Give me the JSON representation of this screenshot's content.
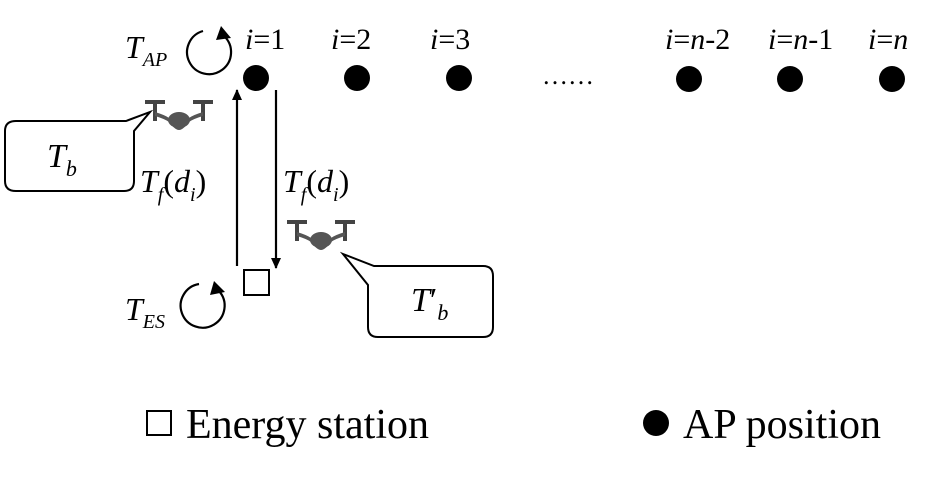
{
  "ap_labels": [
    {
      "var": "i",
      "eq": "=",
      "num": "1"
    },
    {
      "var": "i",
      "eq": "=",
      "num": "2"
    },
    {
      "var": "i",
      "eq": "=",
      "num": "3"
    },
    {
      "var": "i",
      "eq": "=",
      "n": "n",
      "suffix": "-2"
    },
    {
      "var": "i",
      "eq": "=",
      "n": "n",
      "suffix": "-1"
    },
    {
      "var": "i",
      "eq": "=",
      "n": "n",
      "suffix": ""
    }
  ],
  "ellipsis": "……",
  "t_ap": {
    "main": "T",
    "sub": "AP"
  },
  "t_es": {
    "main": "T",
    "sub": "ES"
  },
  "t_b": {
    "main": "T",
    "sub": "b"
  },
  "t_b_prime": {
    "main": "T",
    "prime": "′",
    "sub": "b"
  },
  "tf_up": {
    "main": "T",
    "sub": "f",
    "open": "(",
    "arg": "d",
    "argsub": "i",
    "close": ")"
  },
  "tf_down": {
    "main": "T",
    "sub": "f",
    "open": "(",
    "arg": "d",
    "argsub": "i",
    "close": ")"
  },
  "legend": {
    "energy_station": "Energy station",
    "ap_position": "AP position"
  },
  "icons": [
    "drone-icon",
    "loop-arrow-icon",
    "energy-station-icon",
    "ap-position-icon"
  ]
}
